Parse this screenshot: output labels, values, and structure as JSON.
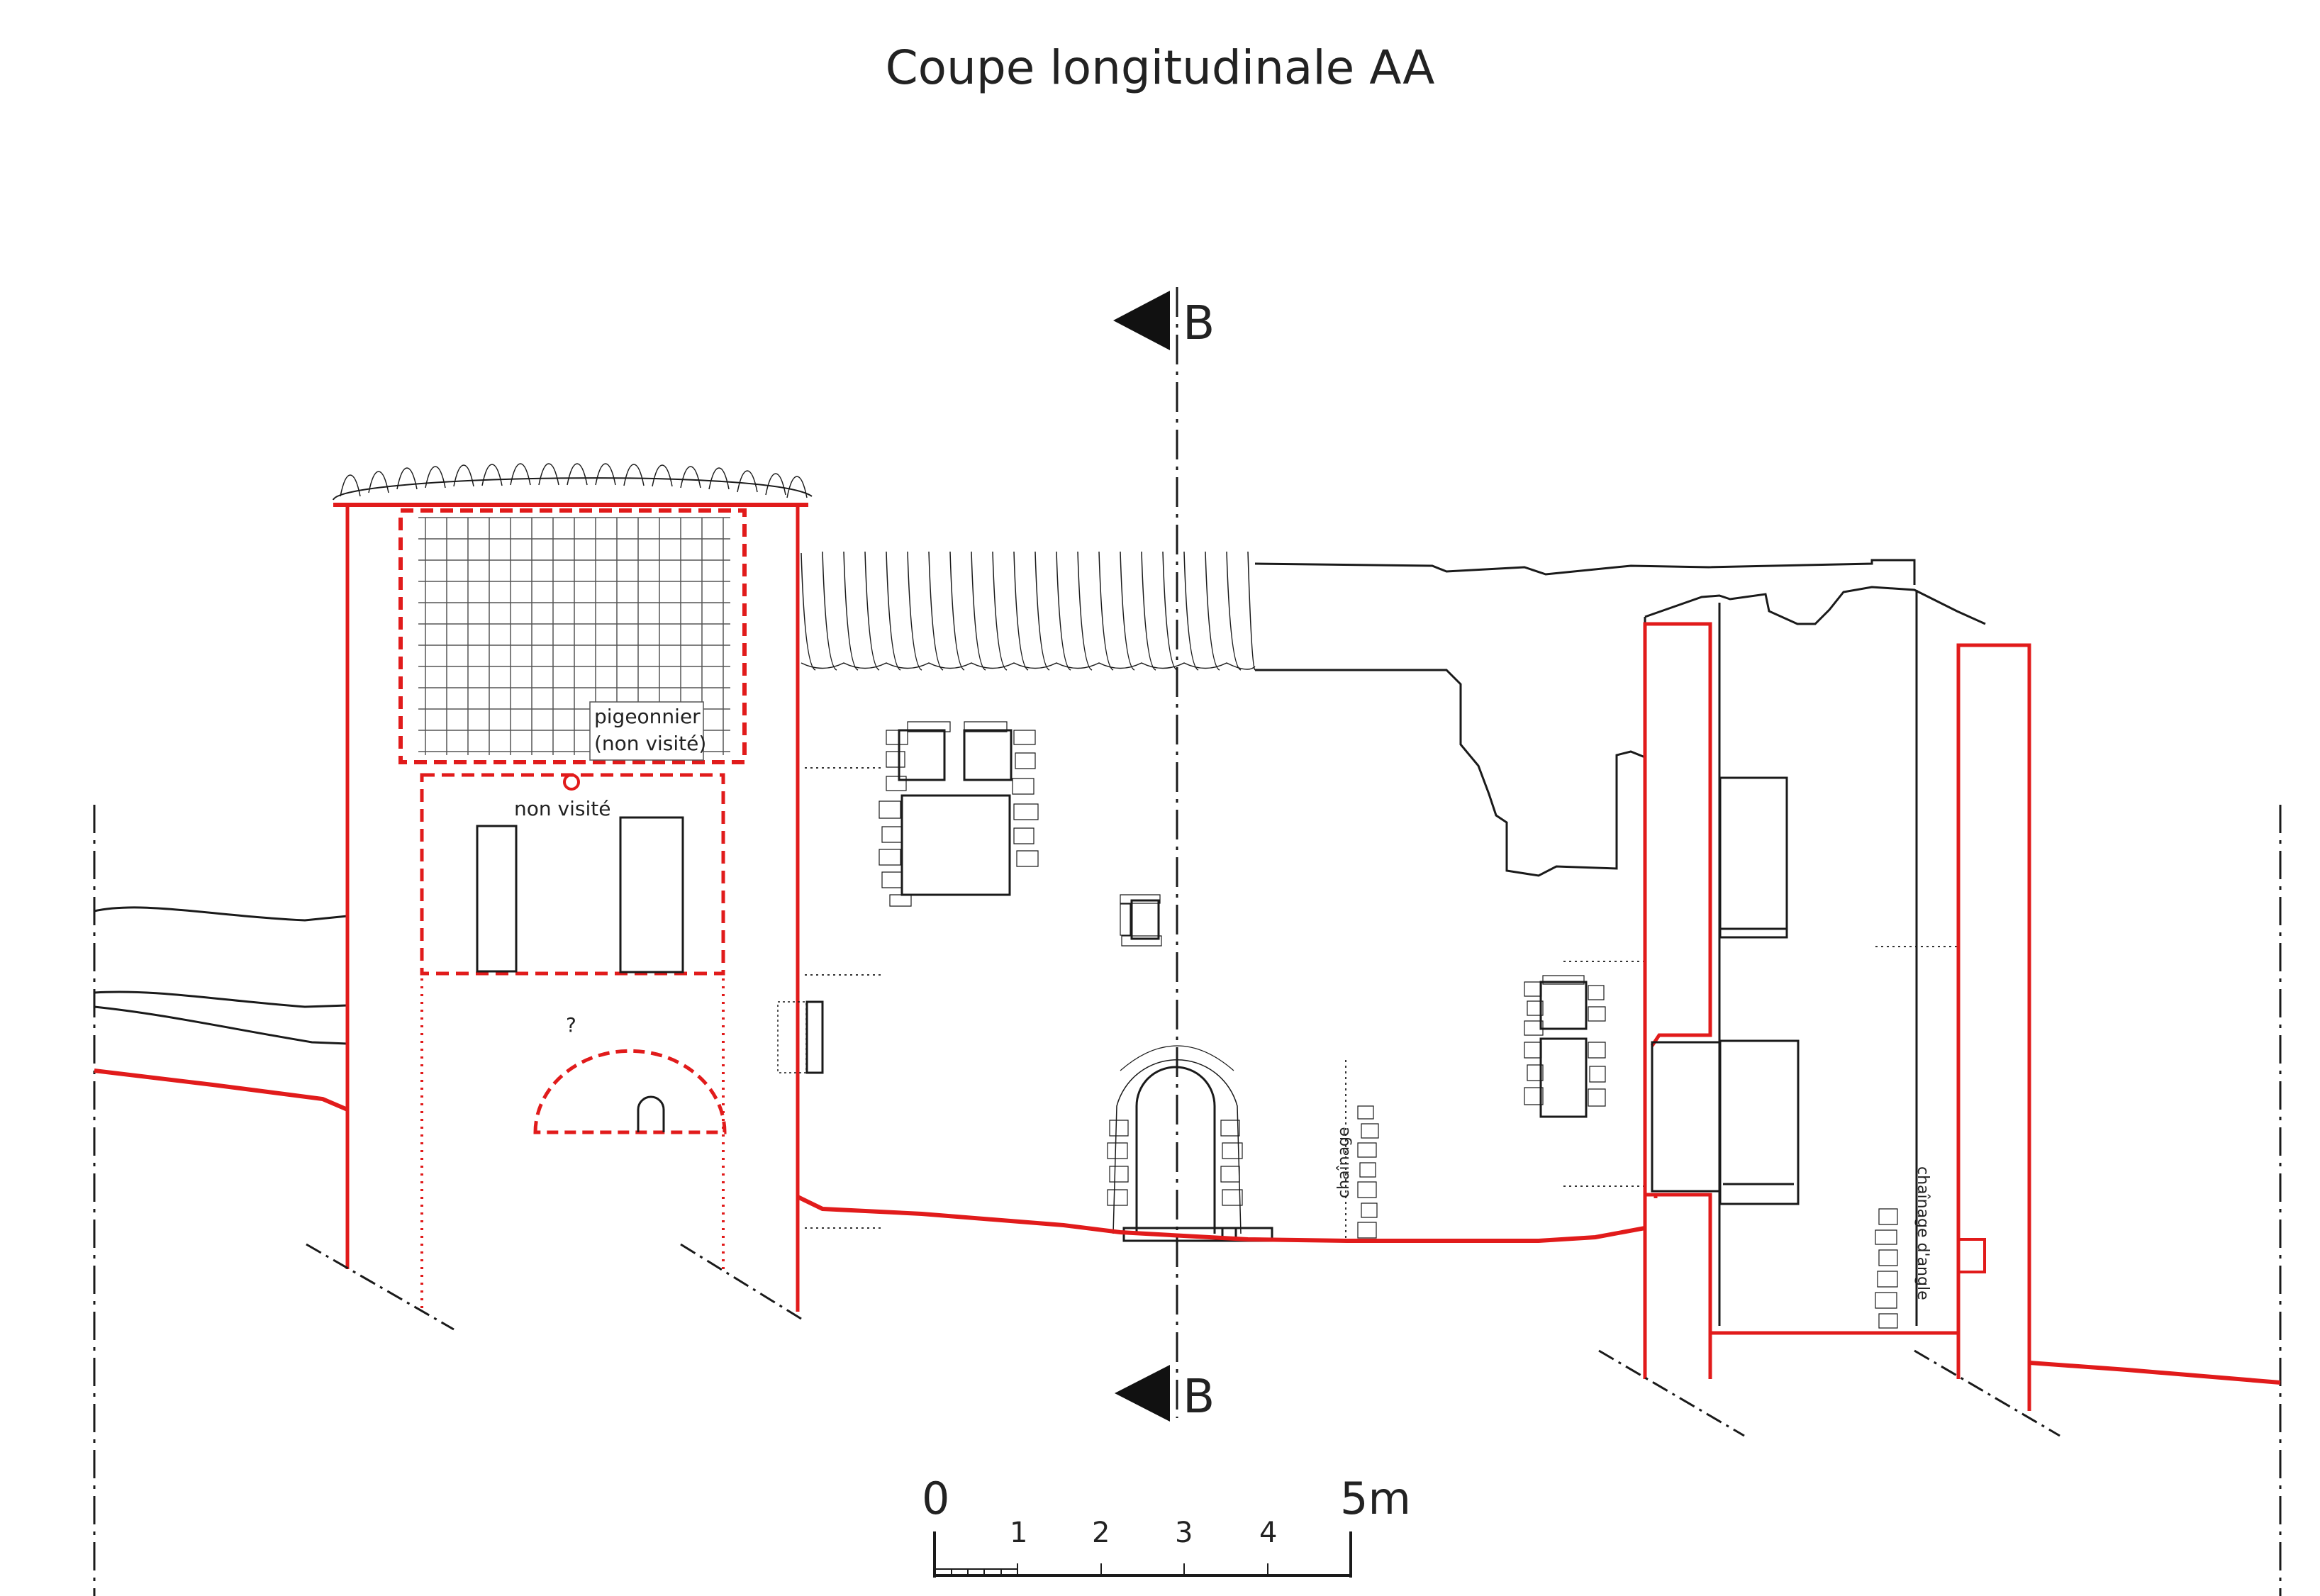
{
  "title": "Coupe longitudinale AA",
  "section_marker": {
    "letter_top": "B",
    "letter_bottom": "B"
  },
  "labels": {
    "pigeonnier_line1": "pigeonnier",
    "pigeonnier_line2": "(non visité)",
    "non_visite": "non visité",
    "question": "?",
    "chainage": "chaînage",
    "chainage_angle": "chaînage d'angle"
  },
  "scale": {
    "start": "0",
    "end": "5m",
    "ticks": [
      "1",
      "2",
      "3",
      "4"
    ]
  },
  "colors": {
    "cut_line": "#e11b1b",
    "elevation_line": "#1a1a1a",
    "text": "#222222"
  }
}
